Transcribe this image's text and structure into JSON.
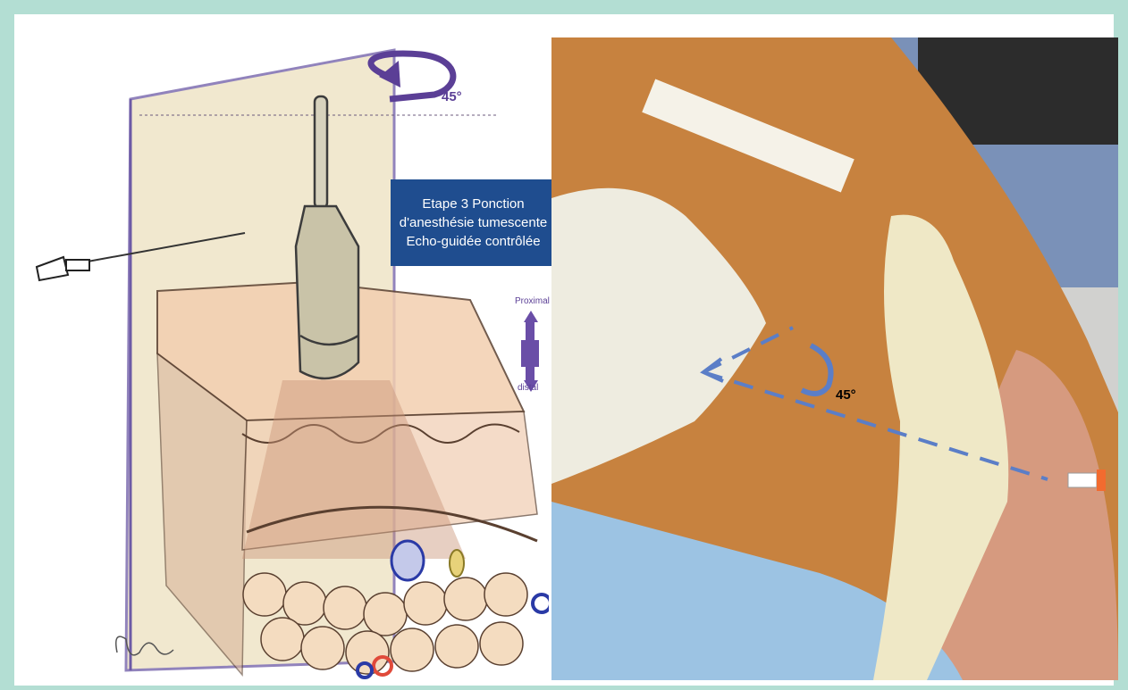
{
  "illustration": {
    "rotation_label": "45°",
    "title_lines": [
      "Etape 3 Ponction",
      "d'anesthésie tumescente",
      "Echo-guidée contrôlée"
    ],
    "proximal_label": "Proximal",
    "distal_label": "distal"
  },
  "photo": {
    "rotation_label": "45°"
  },
  "colors": {
    "background": "#b3ded3",
    "title_box": "#1f4d8f",
    "arrow_purple": "#5b3f96",
    "guide_line": "#5b7ec7"
  }
}
